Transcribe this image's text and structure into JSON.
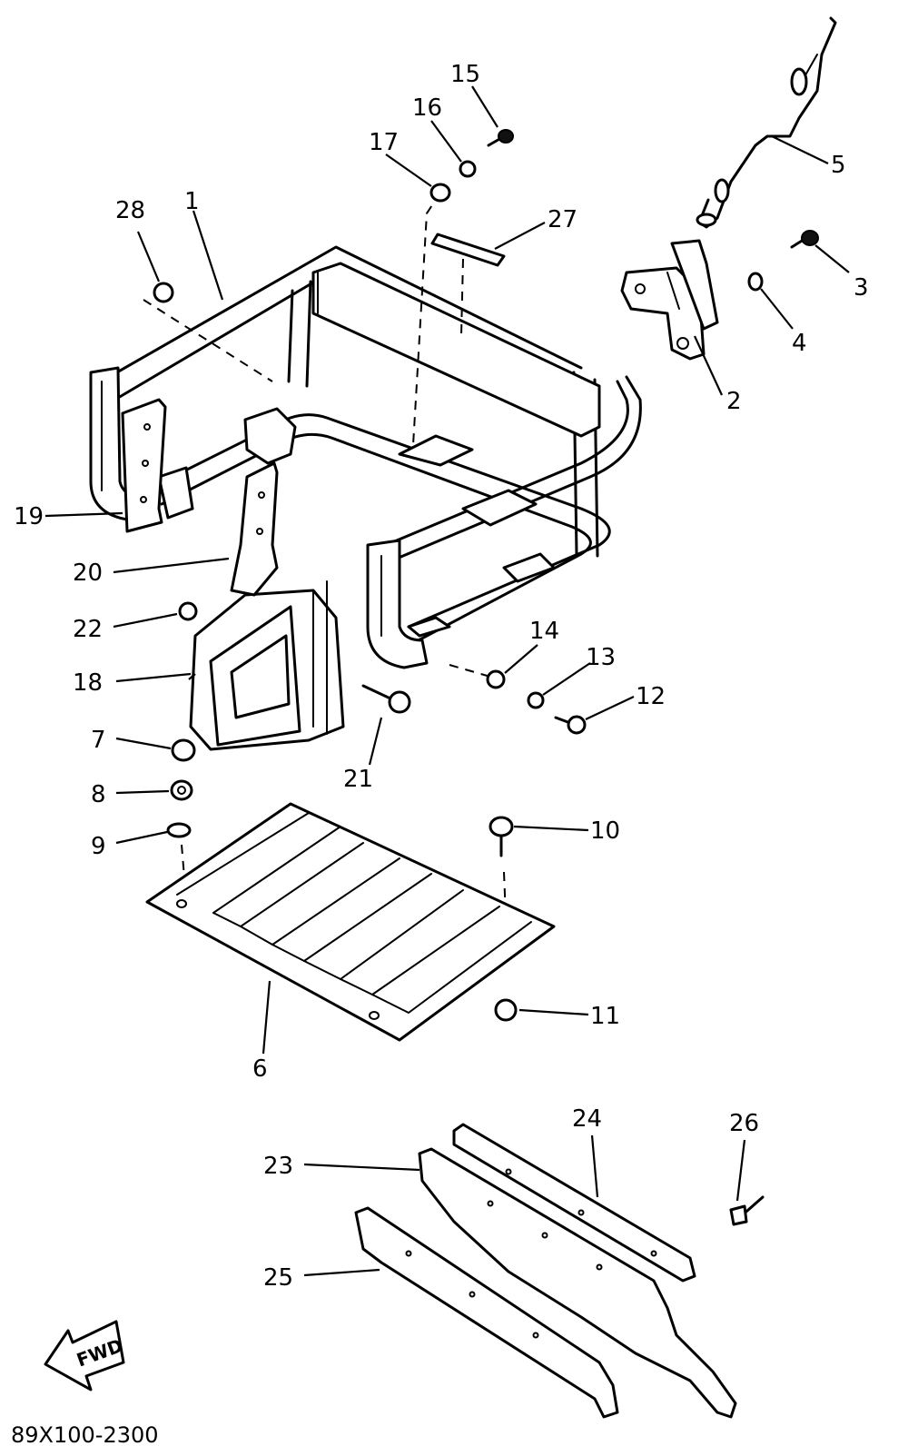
{
  "diagram": {
    "part_labels": {
      "p1": "1",
      "p2": "2",
      "p3": "3",
      "p4": "4",
      "p5": "5",
      "p6": "6",
      "p7": "7",
      "p8": "8",
      "p9": "9",
      "p10": "10",
      "p11": "11",
      "p12": "12",
      "p13": "13",
      "p14": "14",
      "p15": "15",
      "p16": "16",
      "p17": "17",
      "p18": "18",
      "p19": "19",
      "p20": "20",
      "p21": "21",
      "p22": "22",
      "p23": "23",
      "p24": "24",
      "p25": "25",
      "p26": "26",
      "p27": "27",
      "p28": "28"
    },
    "fwd_label": "FWD",
    "diagram_code": "89X100-2300"
  }
}
